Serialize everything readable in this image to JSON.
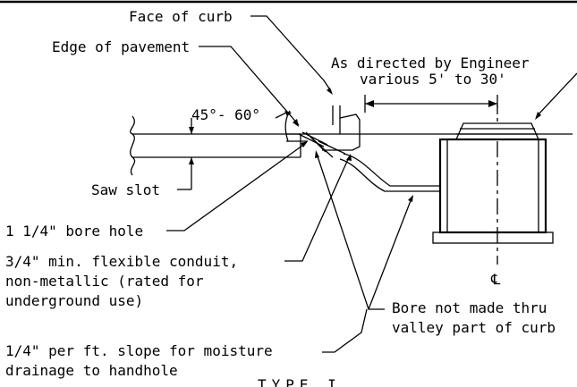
{
  "labels": {
    "face_of_curb": "Face of curb",
    "edge_of_pavement": "Edge of pavement",
    "as_directed": "As directed by Engineer",
    "various": "various 5' to 30'",
    "angle": "45°- 60°",
    "saw_slot": "Saw slot",
    "bore_hole": "1 1/4\" bore hole",
    "conduit_1": "3/4\" min. flexible conduit,",
    "conduit_2": "non-metallic (rated for",
    "conduit_3": "underground use)",
    "bore_not_1": "Bore not made thru",
    "bore_not_2": "valley part of curb",
    "slope_1": "1/4\" per ft. slope for moisture",
    "slope_2": "drainage to handhole",
    "centerline": "℄",
    "type": "TYPE I"
  }
}
